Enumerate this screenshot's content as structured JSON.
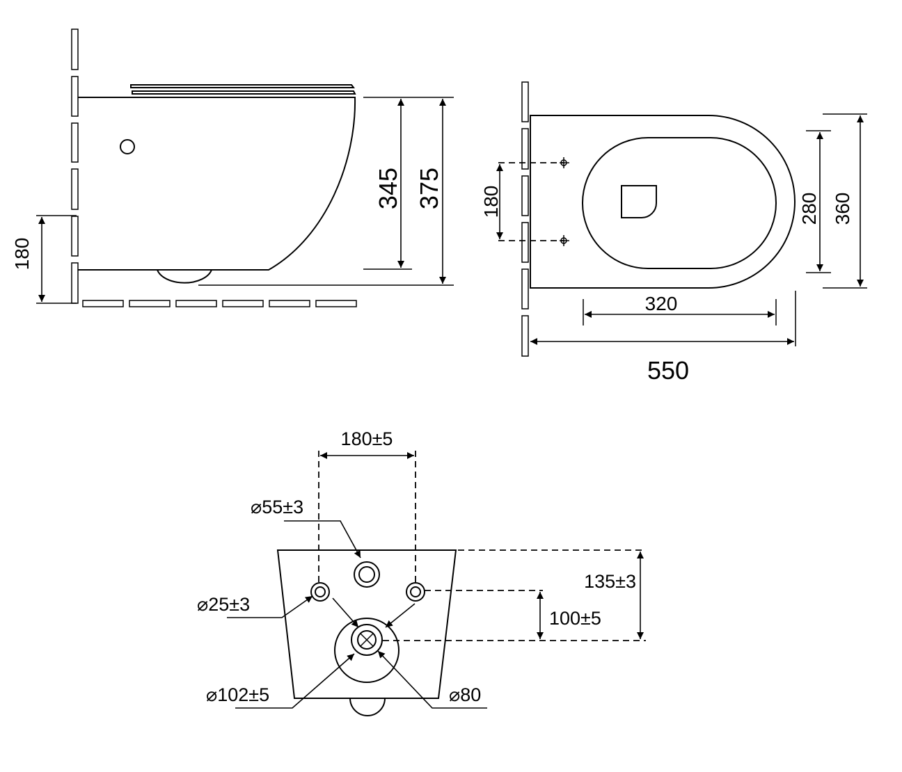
{
  "side_view": {
    "dims": {
      "height_inner": "345",
      "height_outer": "375",
      "mount_height": "180"
    }
  },
  "top_view": {
    "dims": {
      "bolt_spacing": "180",
      "bowl_width": "280",
      "total_width": "360",
      "bowl_length": "320",
      "total_length": "550"
    }
  },
  "rear_view": {
    "dims": {
      "bolt_spacing": "180±5",
      "inlet_diameter": "⌀55±3",
      "bolt_diameter": "⌀25±3",
      "inlet_height": "135±3",
      "bolt_height": "100±5",
      "outlet_outer_diameter": "⌀102±5",
      "outlet_inner_diameter": "⌀80"
    }
  }
}
